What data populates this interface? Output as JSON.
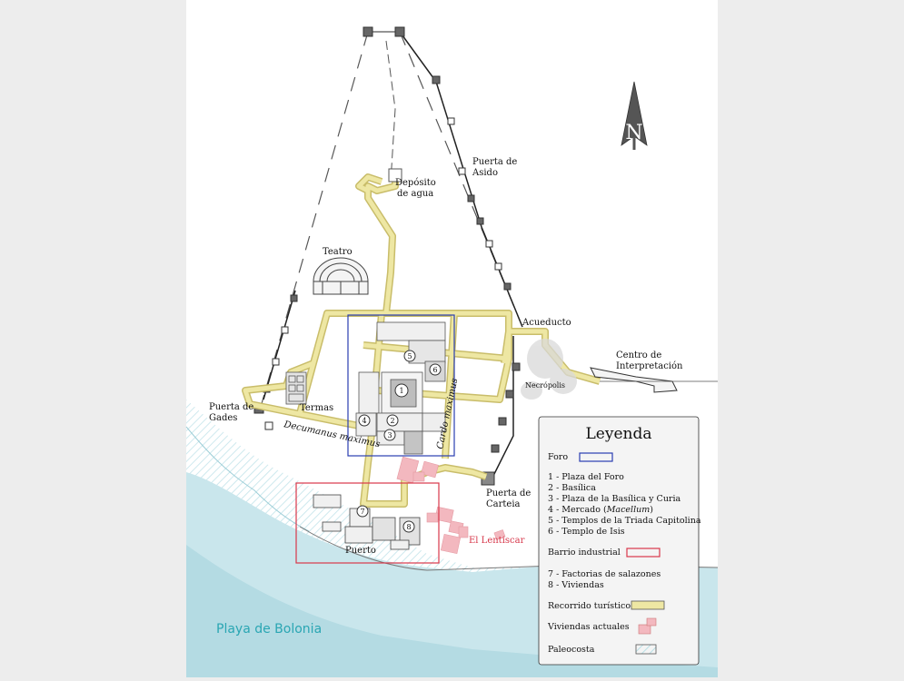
{
  "map": {
    "labels": {
      "puerta_asido": [
        "Puerta de",
        "Asido"
      ],
      "deposito": [
        "Depósito",
        "de agua"
      ],
      "teatro": "Teatro",
      "acueducto": "Acueducto",
      "centro": [
        "Centro de",
        "Interpretación"
      ],
      "necropolis": "Necrópolis",
      "puerta_gades": [
        "Puerta de",
        "Gades"
      ],
      "termas": "Termas",
      "decumanus": "Decumanus maximus",
      "cardo": "Cardo maximus",
      "puerta_carteia": [
        "Puerta de",
        "Carteia"
      ],
      "puerto": "Puerto",
      "lentiscar": "El Lentiscar",
      "playa": "Playa de Bolonia",
      "north": "N"
    },
    "numbers": [
      "1",
      "2",
      "3",
      "4",
      "5",
      "6",
      "7",
      "8"
    ],
    "colors": {
      "sea": "#c9e6ec",
      "land": "#ffffff",
      "route": "#eee7a3",
      "route_edge": "#c9bd6a",
      "forum": "#2a3eb1",
      "industrial": "#d9374a",
      "housing": "#f3b8bf"
    }
  },
  "legend": {
    "title": "Leyenda",
    "foro": "Foro",
    "items_foro": [
      "1 - Plaza del Foro",
      "2 - Basílica",
      "3 - Plaza de la Basílica y Curia",
      "4 - Mercado (",
      "5 - Templos de la Triada Capitolina",
      "6 - Templo de Isis"
    ],
    "macellum": "Macellum",
    "close_paren": ")",
    "industrial": "Barrio industrial",
    "items_industrial": [
      "7 - Factorias de salazones",
      "8 - Viviendas"
    ],
    "recorrido": "Recorrido turístico",
    "viviendas": "Viviendas actuales",
    "paleocosta": "Paleocosta"
  }
}
